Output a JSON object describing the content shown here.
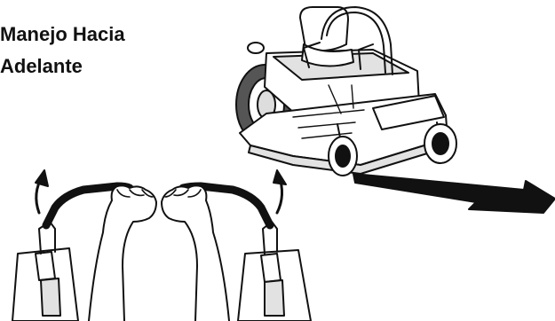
{
  "figure": {
    "title_line1": "Manejo Hacia",
    "title_line2": "Adelante"
  },
  "colors": {
    "ink": "#111111",
    "paper": "#ffffff",
    "shade": "#e2e2e2",
    "tire": "#555555"
  },
  "icons": {
    "mower": "zero-turn-mower-illustration",
    "direction": "forward-direction-arrow",
    "levers": "steering-levers-with-hands"
  }
}
